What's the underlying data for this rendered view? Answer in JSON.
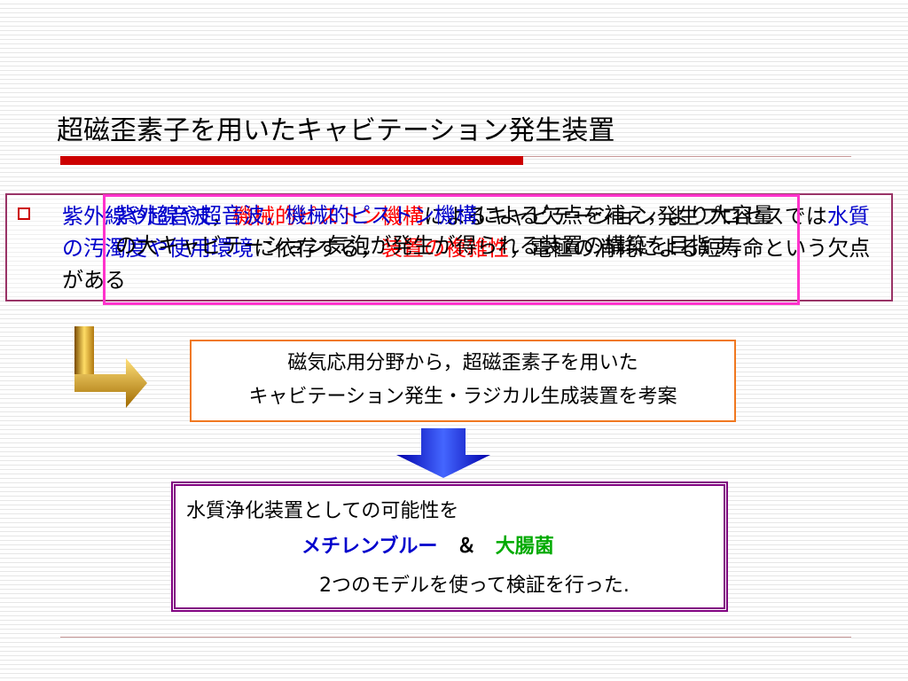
{
  "title": "超磁歪素子を用いたキャビテーション発生装置",
  "box1": {
    "p1_seg1": "紫外線や超音波",
    "p1_seg2": "，",
    "p1_seg3": "機械的ピストン機構",
    "p1_seg4": "によるキャビテーション発生プロセスでは",
    "p1_seg5": "水質の汚濁度や使用環境",
    "p1_seg6": "に依存する，",
    "p1_seg7": "装置の複雑性",
    "p1_seg8": "，電極の消耗による短寿命という欠点がある",
    "p2_seg1": "紫外線や超音波，機械的ピストン機構",
    "p2_seg2": "による欠点を補え，より大容量の大キャビテーション気泡が発生が得られる装置の構築を目指す."
  },
  "box3": {
    "line1": "磁気応用分野から，超磁歪素子を用いた",
    "line2": "キャビテーション発生・ラジカル生成装置を考案"
  },
  "box4": {
    "line1": "水質浄化装置としての可能性を",
    "item1": "メチレンブルー",
    "amp": "＆",
    "item2": "大腸菌",
    "line3": "2つのモデルを使って検証を行った."
  },
  "colors": {
    "title_bar": "#cc0000",
    "box1_border": "#993366",
    "box2_border": "#ff33cc",
    "box3_border": "#f07820",
    "box4_border": "#800080",
    "blue_text": "#0000cc",
    "red_text": "#ff0000",
    "green_text": "#00aa00"
  },
  "icons": {
    "bullet": "hollow-square-bullet",
    "arrow_l": "l-shaped-gold-arrow",
    "arrow_down": "blue-down-arrow"
  }
}
